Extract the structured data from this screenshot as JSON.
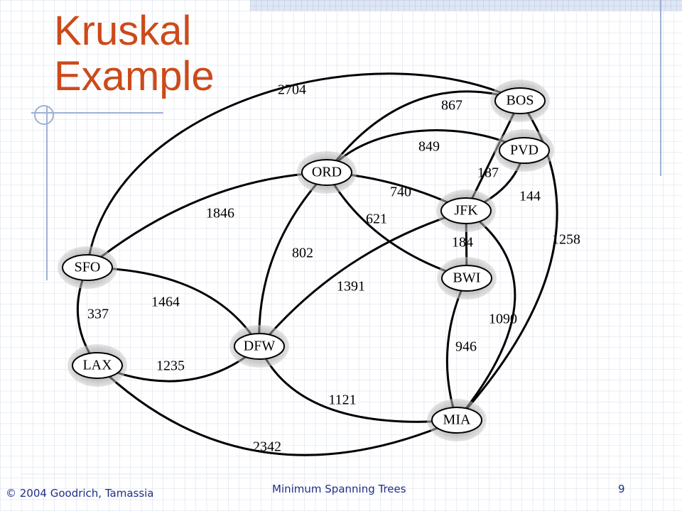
{
  "title_lines": [
    "Kruskal",
    "Example"
  ],
  "footer": {
    "copyright": "© 2004 Goodrich, Tamassia",
    "subject": "Minimum Spanning Trees",
    "page": "9"
  },
  "colors": {
    "title": "#cc4a1a",
    "footer": "#1f2f86",
    "grid": "#c9d1e4",
    "accent_bar": "#c5d0e8",
    "edge": "#000000"
  },
  "graph": {
    "nodes": [
      {
        "id": "BOS",
        "label": "BOS"
      },
      {
        "id": "PVD",
        "label": "PVD"
      },
      {
        "id": "ORD",
        "label": "ORD"
      },
      {
        "id": "JFK",
        "label": "JFK"
      },
      {
        "id": "BWI",
        "label": "BWI"
      },
      {
        "id": "SFO",
        "label": "SFO"
      },
      {
        "id": "LAX",
        "label": "LAX"
      },
      {
        "id": "DFW",
        "label": "DFW"
      },
      {
        "id": "MIA",
        "label": "MIA"
      }
    ],
    "edges": [
      {
        "from": "SFO",
        "to": "BOS",
        "weight": "2704"
      },
      {
        "from": "ORD",
        "to": "BOS",
        "weight": "867"
      },
      {
        "from": "ORD",
        "to": "PVD",
        "weight": "849"
      },
      {
        "from": "JFK",
        "to": "BOS",
        "weight": "187"
      },
      {
        "from": "JFK",
        "to": "PVD",
        "weight": "144"
      },
      {
        "from": "ORD",
        "to": "JFK",
        "weight": "740"
      },
      {
        "from": "ORD",
        "to": "BWI",
        "weight": "621"
      },
      {
        "from": "SFO",
        "to": "ORD",
        "weight": "1846"
      },
      {
        "from": "ORD",
        "to": "DFW",
        "weight": "802"
      },
      {
        "from": "JFK",
        "to": "BWI",
        "weight": "184"
      },
      {
        "from": "BOS",
        "to": "MIA",
        "weight": "1258"
      },
      {
        "from": "JFK",
        "to": "DFW",
        "weight": "1391"
      },
      {
        "from": "SFO",
        "to": "DFW",
        "weight": "1464"
      },
      {
        "from": "SFO",
        "to": "LAX",
        "weight": "337"
      },
      {
        "from": "JFK",
        "to": "MIA",
        "weight": "1090"
      },
      {
        "from": "BWI",
        "to": "MIA",
        "weight": "946"
      },
      {
        "from": "LAX",
        "to": "DFW",
        "weight": "1235"
      },
      {
        "from": "DFW",
        "to": "MIA",
        "weight": "1121"
      },
      {
        "from": "LAX",
        "to": "MIA",
        "weight": "2342"
      }
    ]
  }
}
